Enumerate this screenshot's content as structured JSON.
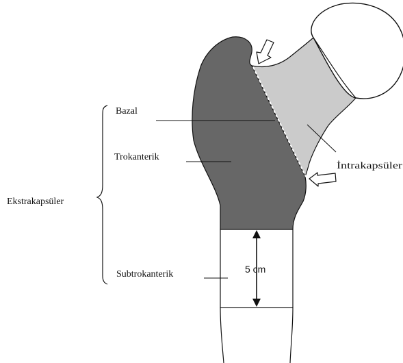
{
  "labels": {
    "group_label": "Ekstrakapsüler",
    "basal": "Bazal",
    "trochanteric": "Trokanterik",
    "subtrochanteric": "Subtrokanterik",
    "intracapsular": "İntrakapsüler",
    "measurement": "5 cm"
  },
  "colors": {
    "extracapsular_region": "#676767",
    "intracapsular_region": "#cbcbcb",
    "outline": "#111111",
    "capsule_line": "#ffffff"
  }
}
